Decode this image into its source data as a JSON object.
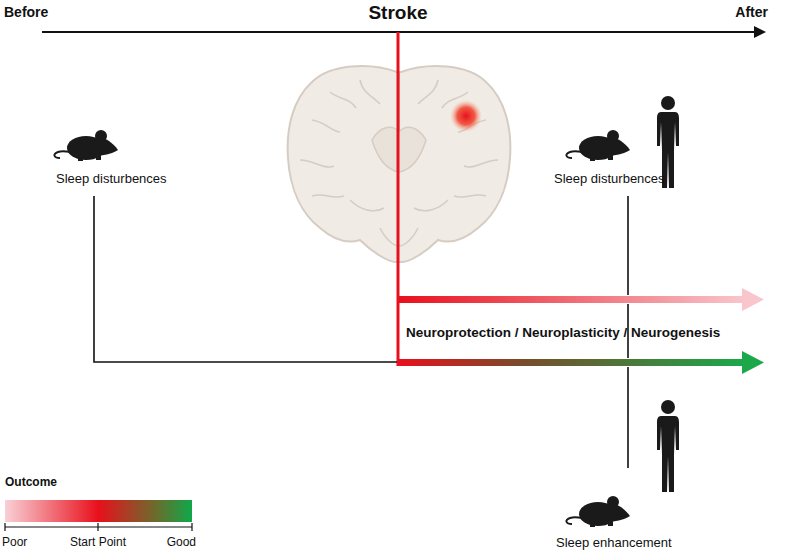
{
  "diagram": {
    "title": "Stroke",
    "labels": [
      "Before",
      "After",
      "Sleep disturbences",
      "Sleep disturbences",
      "Neuroprotection / Neuroplasticity / Neurogenesis",
      "Sleep enhancement",
      "Outcome",
      "Poor",
      "Start Point",
      "Good"
    ]
  }
}
